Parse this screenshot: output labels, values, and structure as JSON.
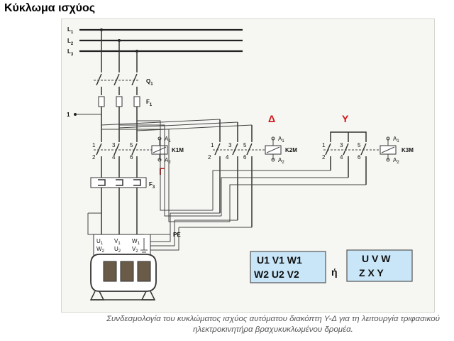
{
  "title": "Κύκλωμα ισχύος",
  "lines": [
    "L",
    "L",
    "L"
  ],
  "line_subs": [
    "1",
    "2",
    "3"
  ],
  "labels": {
    "q1": "Q",
    "q1_sub": "1",
    "f1": "F",
    "f1_sub": "1",
    "f3": "F",
    "f3_sub": "3",
    "pe": "PE",
    "input_1": "1",
    "k1m": "K1M",
    "k2m": "K2M",
    "k3m": "K3M",
    "a1": "A",
    "a1_sub": "1",
    "a2": "A",
    "a2_sub": "2",
    "gamma": "Γ",
    "delta": "Δ",
    "ypsilon": "Υ",
    "or": "ή",
    "contacts": [
      "1",
      "3",
      "5",
      "2",
      "4",
      "6"
    ],
    "motor_terminals": [
      "U",
      "V",
      "W",
      "W",
      "U",
      "V"
    ],
    "motor_terminal_subs": [
      "1",
      "1",
      "1",
      "2",
      "2",
      "2"
    ]
  },
  "box_left": {
    "row1": "U1  V1  W1",
    "row2": "W2  U2   V2"
  },
  "box_right": {
    "row1": "U  V  W",
    "row2": "Z  X   Y"
  },
  "caption": "Συνδεσμολογία του κυκλώματος ισχύος αυτόματου διακόπτη Υ-Δ για τη λειτουργία τριφασικού ηλεκτροκινητήρα βραχυκυκλωμένου δρομέα.",
  "colors": {
    "accent": "#d01818",
    "box_fill": "#c9e6f8"
  }
}
